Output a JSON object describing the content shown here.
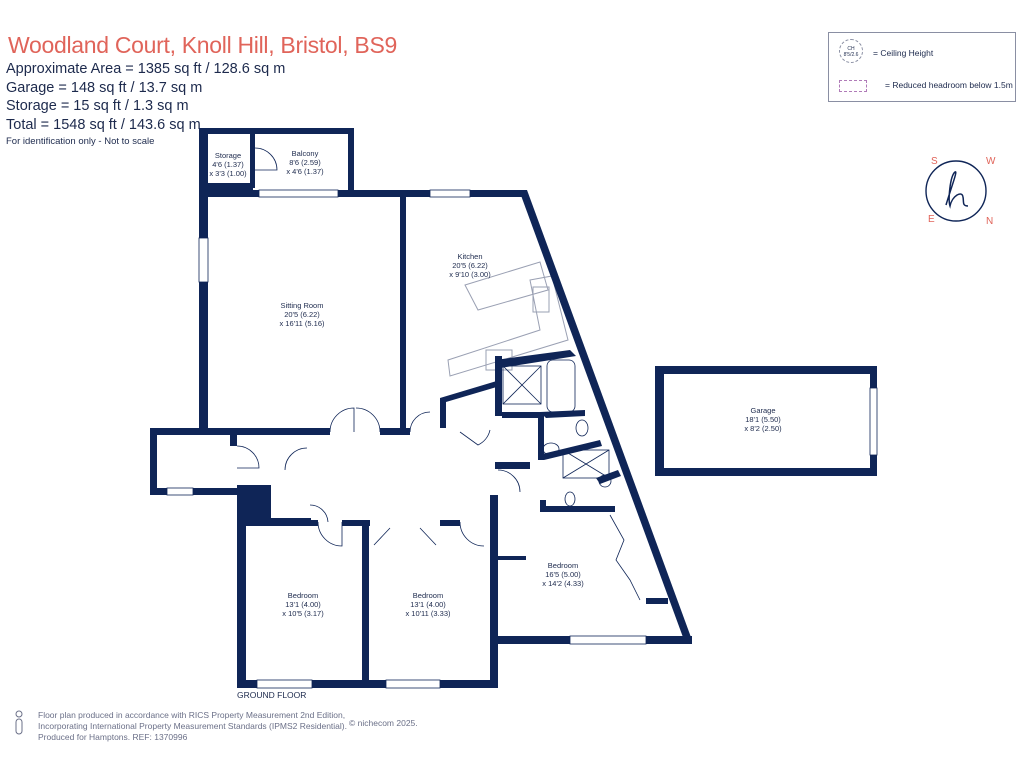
{
  "header": {
    "title": "Woodland Court, Knoll Hill, Bristol, BS9",
    "areas": [
      "Approximate Area = 1385 sq ft / 128.6 sq m",
      "Garage = 148 sq ft / 13.7 sq m",
      "Storage = 15 sq ft / 1.3 sq m",
      "Total = 1548 sq ft / 143.6 sq m"
    ],
    "note": "For identification only - Not to scale"
  },
  "legend": {
    "ceiling_symbol_line1": "CH",
    "ceiling_symbol_line2": "8'5/2.6",
    "ceiling_label": "= Ceiling Height",
    "reduced_label": "= Reduced headroom below 1.5m"
  },
  "compass": [
    "S",
    "W",
    "N",
    "E"
  ],
  "rooms": {
    "storage": {
      "name": "Storage",
      "dim1": "4'6 (1.37)",
      "dim2": "x 3'3 (1.00)"
    },
    "balcony": {
      "name": "Balcony",
      "dim1": "8'6 (2.59)",
      "dim2": "x 4'6 (1.37)"
    },
    "kitchen": {
      "name": "Kitchen",
      "dim1": "20'5 (6.22)",
      "dim2": "x 9'10 (3.00)"
    },
    "sitting": {
      "name": "Sitting Room",
      "dim1": "20'5 (6.22)",
      "dim2": "x 16'11 (5.16)"
    },
    "garage": {
      "name": "Garage",
      "dim1": "18'1 (5.50)",
      "dim2": "x 8'2 (2.50)"
    },
    "bedroom_main": {
      "name": "Bedroom",
      "dim1": "16'5 (5.00)",
      "dim2": "x 14'2 (4.33)"
    },
    "bedroom_left": {
      "name": "Bedroom",
      "dim1": "13'1 (4.00)",
      "dim2": "x 10'5 (3.17)"
    },
    "bedroom_mid": {
      "name": "Bedroom",
      "dim1": "13'1 (4.00)",
      "dim2": "x 10'11 (3.33)"
    }
  },
  "floor_label": "GROUND FLOOR",
  "footer": {
    "lines": [
      "Floor plan produced in accordance with RICS Property Measurement 2nd Edition,",
      "Incorporating International Property Measurement Standards (IPMS2 Residential).",
      "Produced for Hamptons.   REF:  1370996"
    ],
    "copyright": "© nichecom 2025."
  },
  "colors": {
    "wall": "#0f2557",
    "title": "#e0645a",
    "text": "#1d2a4d"
  }
}
